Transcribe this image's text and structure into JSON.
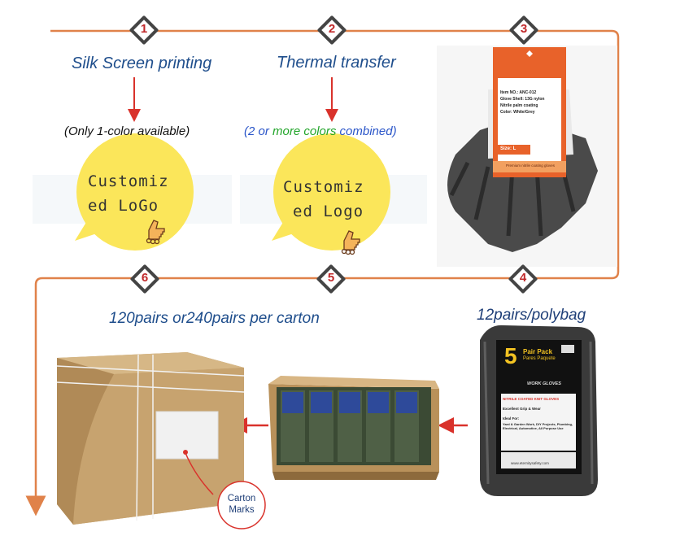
{
  "steps": [
    {
      "number": "1",
      "title": "Silk Screen printing",
      "note": "(Only 1-color available)"
    },
    {
      "number": "2",
      "title": "Thermal transfer",
      "note_parts": [
        {
          "text": "(2 or ",
          "color": "#2b56c9"
        },
        {
          "text": "more colors",
          "color": "#22a52a"
        },
        {
          "text": " combined)",
          "color": "#2b56c9"
        }
      ]
    },
    {
      "number": "3"
    },
    {
      "number": "4",
      "title": "12pairs/polybag"
    },
    {
      "number": "5"
    },
    {
      "number": "6",
      "title": "120pairs or240pairs per carton"
    }
  ],
  "bubbles": [
    {
      "line1": "Customiz",
      "line2": "ed LoGo"
    },
    {
      "line1": "Customiz",
      "line2": "ed Logo"
    }
  ],
  "hangtag": {
    "item_no": "Item NO.: ANC-012",
    "shell": "Glove Shell: 13G nylon",
    "coating": "Nitrile palm coating",
    "color": "Color: White/Grey",
    "size": "Size: L",
    "footer": "Premium nitrile coating gloves"
  },
  "polybag": {
    "big_number": "5",
    "pack_title": "Pair Pack",
    "pack_sub": "Pares Paquete",
    "header": "WORK GLOVES",
    "product": "NITRILE COATED KNIT GLOVES",
    "features": "Excellent Grip & Wear",
    "ideal_title": "Ideal For:",
    "ideal_list": "Yard & Garden Work, DIY Projects, Plumbing, Electrical, Automotive, All Purpose Use",
    "website": "www.eternitysafety.com"
  },
  "carton": {
    "marks_line1": "Carton",
    "marks_line2": "Marks"
  },
  "colors": {
    "flow": "#e0824a",
    "arrow_red": "#d9322b",
    "title_blue": "#1f4e8c",
    "badge": "#444444",
    "badge_num": "#c0282a",
    "bubble": "#fbe65a",
    "hangtag": "#e8622a"
  }
}
